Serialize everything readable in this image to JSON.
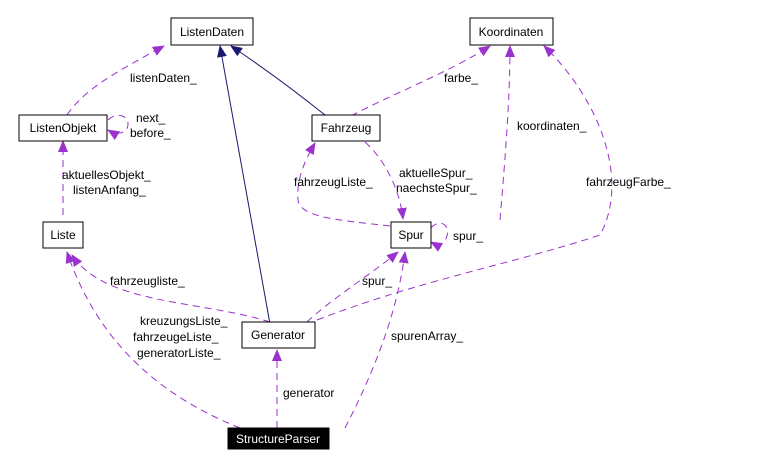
{
  "colors": {
    "inheritance_edge": "#191970",
    "usage_edge": "#9a32cd",
    "highlight_node_fill": "#000000",
    "node_fill": "#ffffff"
  },
  "nodes": {
    "listen_daten": "ListenDaten",
    "koordinaten": "Koordinaten",
    "listen_objekt": "ListenObjekt",
    "fahrzeug": "Fahrzeug",
    "liste": "Liste",
    "spur": "Spur",
    "generator": "Generator",
    "structure_parser": "StructureParser"
  },
  "edge_labels": {
    "listen_daten": "listenDaten_",
    "next": "next_",
    "before": "before_",
    "farbe": "farbe_",
    "koordinaten": "koordinaten_",
    "aktuelles_objekt": "aktuellesObjekt_",
    "listen_anfang": "listenAnfang_",
    "fahrzeug_liste": "fahrzeugListe_",
    "aktuelle_spur": "aktuelleSpur_",
    "naechste_spur": "naechsteSpur_",
    "fahrzeug_farbe": "fahrzeugFarbe_",
    "spur_self": "spur_",
    "fahrzeugliste": "fahrzeugliste_",
    "spur_generator": "spur_",
    "kreuzungs_liste": "kreuzungsListe_",
    "fahrzeuge_liste": "fahrzeugeListe_",
    "generator_liste": "generatorListe_",
    "spuren_array": "spurenArray_",
    "generator": "generator"
  }
}
